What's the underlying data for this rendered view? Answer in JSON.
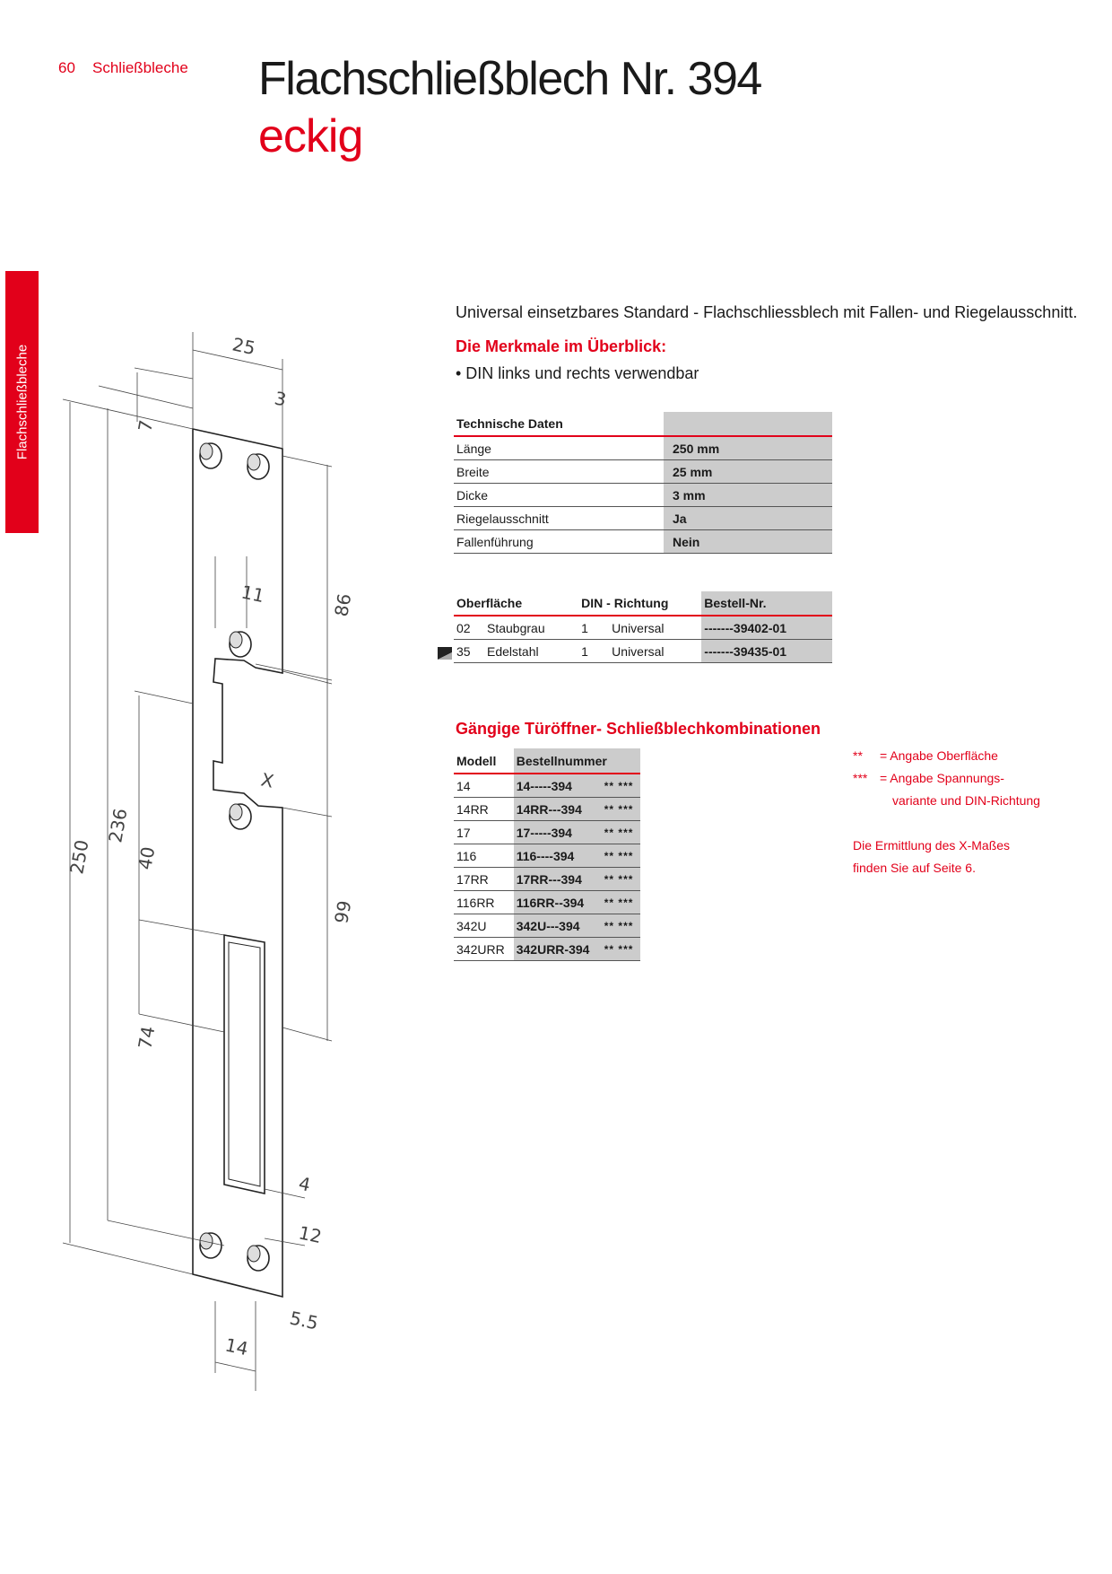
{
  "header": {
    "page_number": "60",
    "section": "Schließbleche",
    "title": "Flachschließblech Nr. 394",
    "subtitle": "eckig"
  },
  "side_tab": "Flachschließbleche",
  "drawing": {
    "dims": [
      "25",
      "3",
      "7",
      "86",
      "11",
      "X",
      "236",
      "250",
      "40",
      "99",
      "74",
      "4",
      "12",
      "5.5",
      "14"
    ]
  },
  "intro": "Universal einsetzbares Standard - Flachschliessblech mit Fallen- und Riegelausschnitt.",
  "features_heading": "Die Merkmale im Überblick:",
  "features": [
    "• DIN links und rechts verwendbar"
  ],
  "tech_table": {
    "header": "Technische Daten",
    "rows": [
      {
        "label": "Länge",
        "value": "250 mm"
      },
      {
        "label": "Breite",
        "value": "25 mm"
      },
      {
        "label": "Dicke",
        "value": "3 mm"
      },
      {
        "label": "Riegelausschnitt",
        "value": "Ja"
      },
      {
        "label": "Fallenführung",
        "value": "Nein"
      }
    ]
  },
  "surface_table": {
    "headers": [
      "Oberfläche",
      "DIN - Richtung",
      "Bestell-Nr."
    ],
    "rows": [
      {
        "code": "02",
        "name": "Staubgrau",
        "din": "1",
        "dir": "Universal",
        "order": "-------39402-01"
      },
      {
        "code": "35",
        "name": "Edelstahl",
        "din": "1",
        "dir": "Universal",
        "order": "-------39435-01"
      }
    ]
  },
  "combo_heading": "Gängige Türöffner- Schließblechkombinationen",
  "combo_table": {
    "headers": [
      "Modell",
      "Bestellnummer"
    ],
    "rows": [
      {
        "model": "14",
        "order": "14-----394",
        "stars": "** ***"
      },
      {
        "model": "14RR",
        "order": "14RR---394",
        "stars": "** ***"
      },
      {
        "model": "17",
        "order": "17-----394",
        "stars": "** ***"
      },
      {
        "model": "116",
        "order": "116----394",
        "stars": "** ***"
      },
      {
        "model": "17RR",
        "order": "17RR---394",
        "stars": "** ***"
      },
      {
        "model": "116RR",
        "order": "116RR--394",
        "stars": "** ***"
      },
      {
        "model": "342U",
        "order": "342U---394",
        "stars": "** ***"
      },
      {
        "model": "342URR",
        "order": "342URR-394",
        "stars": "** ***"
      }
    ]
  },
  "legend": {
    "line1_key": "**",
    "line1_text": "= Angabe Oberfläche",
    "line2_key": "***",
    "line2_text": "= Angabe Spannungs-",
    "line3_text": "variante und DIN-Richtung",
    "note1": "Die Ermittlung des X-Maßes",
    "note2": "finden Sie auf Seite 6."
  }
}
